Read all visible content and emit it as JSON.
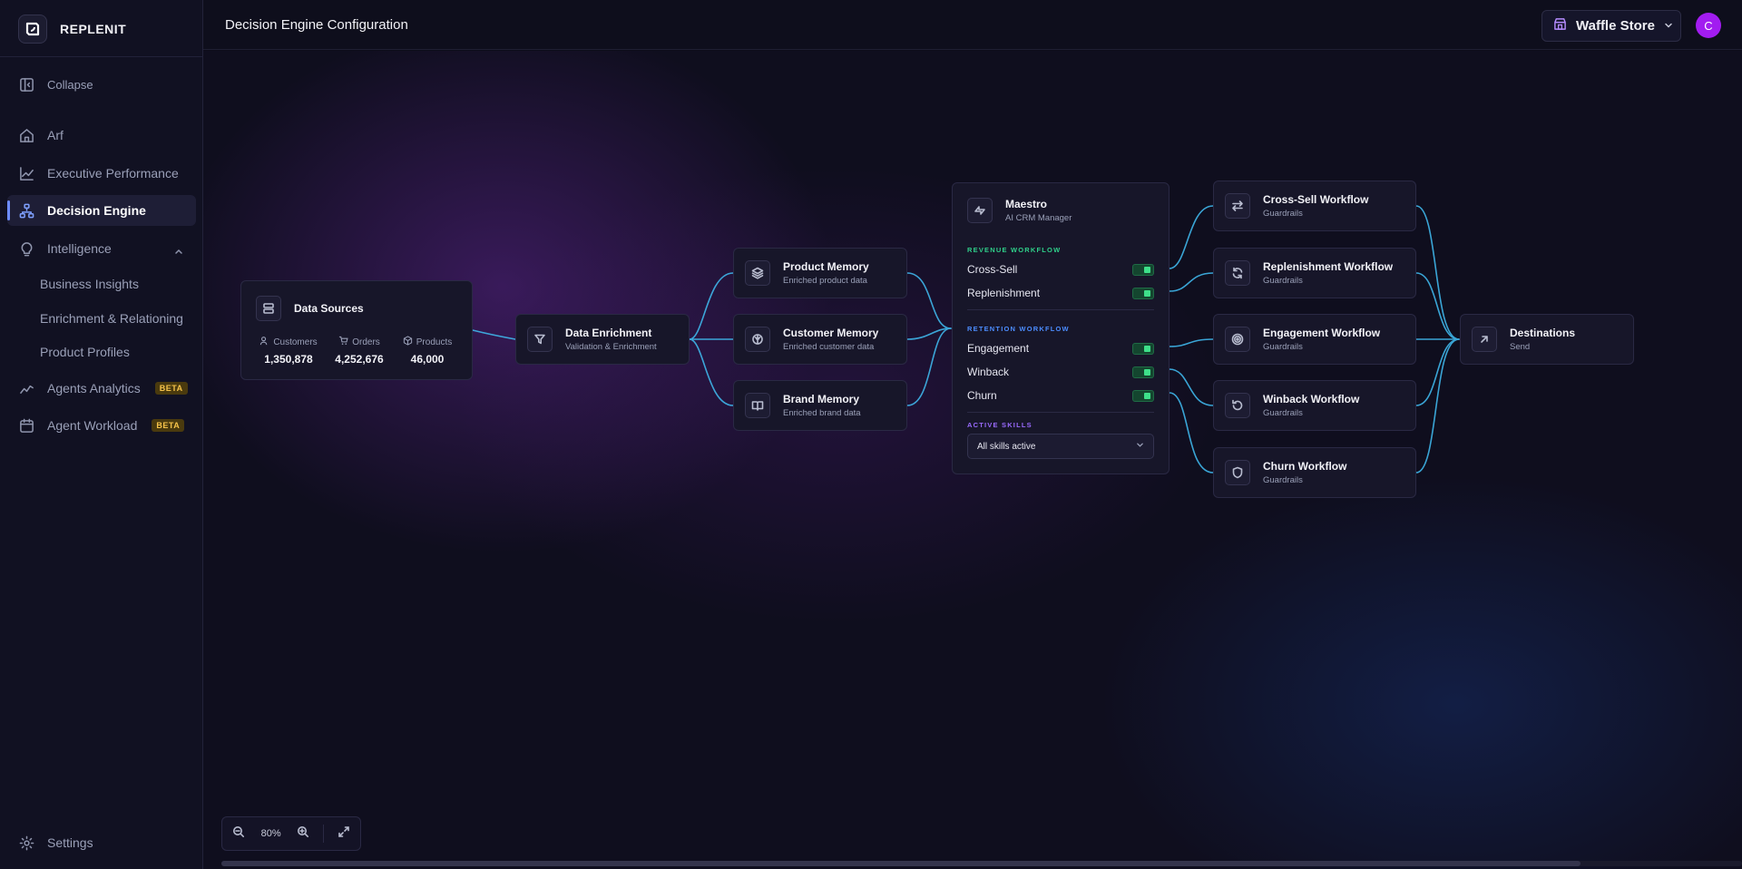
{
  "brand": {
    "name": "REPLENIT"
  },
  "sidebar": {
    "collapse_label": "Collapse",
    "items": [
      {
        "label": "Arf",
        "icon": "home-icon"
      },
      {
        "label": "Executive Performance",
        "icon": "chart-line-icon"
      },
      {
        "label": "Decision Engine",
        "icon": "network-icon",
        "active": true
      },
      {
        "label": "Intelligence",
        "icon": "lightbulb-icon"
      },
      {
        "label": "Agents Analytics",
        "icon": "chart-line-icon",
        "badge": "BETA"
      },
      {
        "label": "Agent Workload",
        "icon": "calendar-icon",
        "badge": "BETA"
      }
    ],
    "intelligence_children": [
      "Business Insights",
      "Enrichment & Relationing",
      "Product Profiles"
    ],
    "settings_label": "Settings"
  },
  "header": {
    "title": "Decision Engine Configuration",
    "store": "Waffle Store",
    "avatar_initial": "C"
  },
  "flow": {
    "data_sources": {
      "title": "Data Sources",
      "stats": [
        {
          "label": "Customers",
          "value": "1,350,878"
        },
        {
          "label": "Orders",
          "value": "4,252,676"
        },
        {
          "label": "Products",
          "value": "46,000"
        }
      ]
    },
    "enrichment": {
      "title": "Data Enrichment",
      "subtitle": "Validation & Enrichment"
    },
    "memories": [
      {
        "title": "Product Memory",
        "subtitle": "Enriched product data"
      },
      {
        "title": "Customer Memory",
        "subtitle": "Enriched customer data"
      },
      {
        "title": "Brand Memory",
        "subtitle": "Enriched brand data"
      }
    ],
    "maestro": {
      "title": "Maestro",
      "subtitle": "AI CRM Manager",
      "revenue_label": "REVENUE WORKFLOW",
      "revenue_items": [
        "Cross-Sell",
        "Replenishment"
      ],
      "retention_label": "RETENTION WORKFLOW",
      "retention_items": [
        "Engagement",
        "Winback",
        "Churn"
      ],
      "skills_label": "ACTIVE SKILLS",
      "skills_value": "All skills active"
    },
    "workflows": [
      {
        "title": "Cross-Sell Workflow",
        "subtitle": "Guardrails"
      },
      {
        "title": "Replenishment Workflow",
        "subtitle": "Guardrails"
      },
      {
        "title": "Engagement Workflow",
        "subtitle": "Guardrails"
      },
      {
        "title": "Winback Workflow",
        "subtitle": "Guardrails"
      },
      {
        "title": "Churn Workflow",
        "subtitle": "Guardrails"
      }
    ],
    "destinations": {
      "title": "Destinations",
      "subtitle": "Send"
    }
  },
  "zoom": {
    "value": "80%"
  },
  "colors": {
    "accent": "#6d8cff",
    "connector": "#3fb6ea",
    "revenue_label": "#2fd08a",
    "retention_label": "#4c8dff",
    "skills_label": "#9a6bff",
    "toggle_on": "#3ee08a",
    "avatar": "#a21cf0",
    "beta_badge": "#f6c34a"
  }
}
